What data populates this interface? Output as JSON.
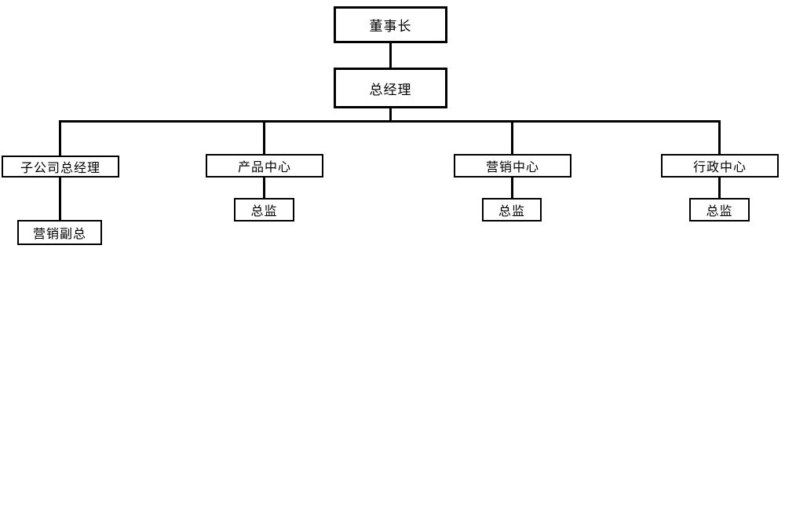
{
  "diagram": {
    "type": "org-chart",
    "nodes": {
      "chairman": {
        "label": "董事长"
      },
      "general_manager": {
        "label": "总经理"
      },
      "subsidiary_gm": {
        "label": "子公司总经理"
      },
      "product_center": {
        "label": "产品中心"
      },
      "marketing_center": {
        "label": "营销中心"
      },
      "admin_center": {
        "label": "行政中心"
      },
      "marketing_vp": {
        "label": "营销副总"
      },
      "product_director": {
        "label": "总监"
      },
      "marketing_director": {
        "label": "总监"
      },
      "admin_director": {
        "label": "总监"
      }
    },
    "edges": [
      {
        "from": "chairman",
        "to": "general_manager"
      },
      {
        "from": "general_manager",
        "to": "subsidiary_gm"
      },
      {
        "from": "general_manager",
        "to": "product_center"
      },
      {
        "from": "general_manager",
        "to": "marketing_center"
      },
      {
        "from": "general_manager",
        "to": "admin_center"
      },
      {
        "from": "subsidiary_gm",
        "to": "marketing_vp"
      },
      {
        "from": "product_center",
        "to": "product_director"
      },
      {
        "from": "marketing_center",
        "to": "marketing_director"
      },
      {
        "from": "admin_center",
        "to": "admin_director"
      }
    ],
    "colors": {
      "box_border": "#000000",
      "box_fill": "#ffffff",
      "text": "#000000",
      "connector": "#000000",
      "background": "#ffffff"
    }
  }
}
